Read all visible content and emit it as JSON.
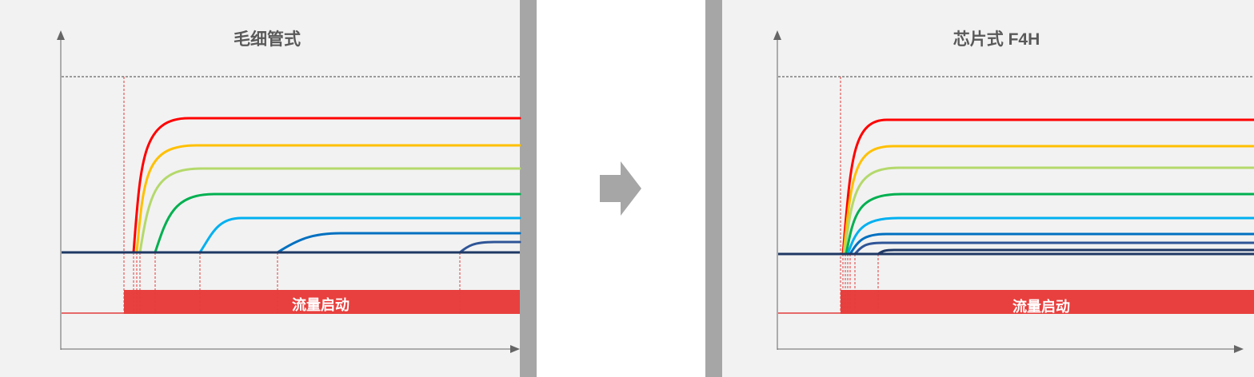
{
  "left_panel": {
    "title": "毛细管式",
    "bar_label": "流量启动"
  },
  "right_panel": {
    "title": "芯片式 F4H",
    "bar_label": "流量启动"
  },
  "arrow": {
    "icon": "right-arrow-icon",
    "color": "#a6a6a6"
  },
  "colors": {
    "bar": "#e8403e",
    "baseline": "#1f3864",
    "dashed_marker": "#e23b3b",
    "panel_background": "#f2f2f2"
  },
  "series_colors": [
    "#ff0000",
    "#ffc000",
    "#b4d96b",
    "#00b050",
    "#00b0f0",
    "#0070c0",
    "#2f5597"
  ]
}
